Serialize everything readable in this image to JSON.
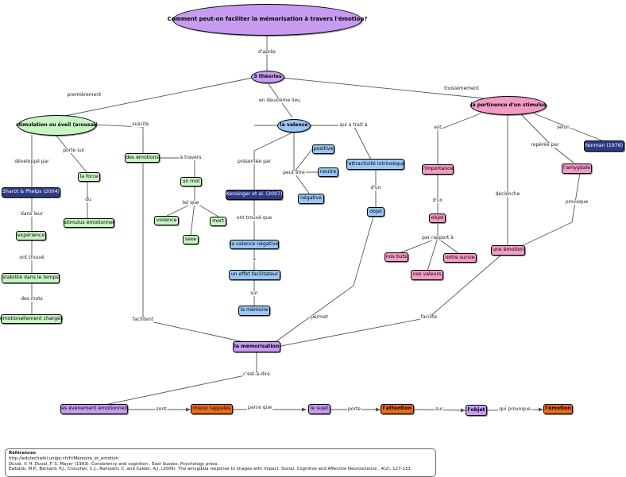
{
  "nodes": {
    "title": "Comment peut-on faciliter la mémorisation à travers l'émotion?",
    "trois_theories": "3 théories",
    "stimulation": "stimulation ou éveil (arousal)",
    "valence": "la valence",
    "pertinence": "la pertinence d'un stimulus",
    "sharot": "Sharot & Phelps (2004)",
    "experience": "expérience",
    "stabilite": "stabilité dans le temps",
    "charges": "émotionellement chargés",
    "force": "la force",
    "stimulus_emotionnel": "stimulus émotionnel",
    "des_emotions": "des émotions",
    "un_mot": "un mot",
    "violence": "violence",
    "sexe": "sexe",
    "mort": "mort",
    "kensinger": "Kensinger et al. (2007)",
    "valence_negative": "la valence négative",
    "effet_facilitateur": "un effet facilitateur",
    "la_memoire": "la mémoire",
    "positive": "positive",
    "neutre": "neutre",
    "negative": "négative",
    "attractivite": "l'attractivité intrinsèque",
    "objet_blue": "objet",
    "importance": "l'importance",
    "objet_pink": "objet",
    "nos_buts": "nos buts",
    "nos_valeurs": "nos valeurs",
    "notre_survie": "notre survie",
    "une_emotion": "une émotion",
    "amygdale": "l'amygdale",
    "norman": "Norman (1976)",
    "la_memorisation": "la mémorisation",
    "evenements": "les événement émotionnels",
    "mieux_rappeles": "mieux rappelés",
    "le_sujet": "le sujet",
    "attention": "l'attention",
    "l_objet": "l'objet",
    "l_emotion": "l'émotion"
  },
  "links": {
    "d_apres": "d'après",
    "premierement": "premièrement",
    "en_deuxieme_lieu": "en deuxième lieu",
    "troisiemement": "troisièmement",
    "suscite": "suscite",
    "developpe_par": "développé par",
    "porte_sur": "porte sur",
    "dans_leur": "dans leur",
    "ont_trouve": "ont trouvé",
    "des_mots": "des mots",
    "du": "du",
    "a_travers": "à travers",
    "tel_que": "tel que",
    "facilitent": "facilitent",
    "presentee_par": "présentée par",
    "ont_trouve_que": "ont trouvé que",
    "a": "a",
    "sur": "sur",
    "peut_etre": "peut être",
    "qui_a_trait_a": "qui a trait à",
    "d_un_1": "d'un",
    "permet": "permet",
    "est": "est",
    "d_un_2": "d'un",
    "par_rapport_a": "par rapport à",
    "declenche": "déclenche",
    "reperee_par": "repérée par",
    "provoque": "provoque",
    "selon": "selon",
    "facilite": "facilite",
    "c_est_a_dire": "c'est-à-dire",
    "sont": "sont",
    "parce_que": "parce que",
    "porte": "porte",
    "sur_2": "sur",
    "qui_provoque": "qui provoque"
  },
  "references": {
    "title": "Références",
    "lines": [
      "http://edutechwiki.unige.ch/fr/Mémoire_et_émotion",
      "Duval, V. H. Duval, F. S. Mayer (1993). Consistency and cognition . East Sussex: Psychology press.",
      "Ewbank, M.P., Barnard, P.J., Croucher, C.J., Ramponi, C. and Calder, A.J. (2009). The amygdala response to images with impact. Social, Cognitive and Affective Neuroscience , 4(2), 127-133."
    ]
  },
  "colors": {
    "purple": "#c79cf0",
    "blue": "#99c6f5",
    "green": "#c9f5c4",
    "pink": "#f39ac6",
    "navy": "#2e3a86",
    "orange": "#ee6a15",
    "line": "#555555"
  }
}
